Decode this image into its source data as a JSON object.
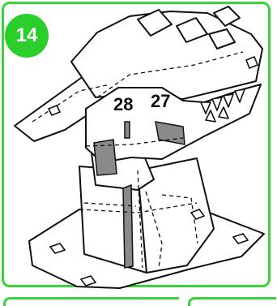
{
  "step": {
    "number": "14"
  },
  "labels": {
    "part_a": "28",
    "part_b": "27"
  },
  "colors": {
    "accent": "#3cd23c",
    "badge": "#2bcf2b",
    "shade": "#8a8a8a",
    "outline": "#111111"
  }
}
